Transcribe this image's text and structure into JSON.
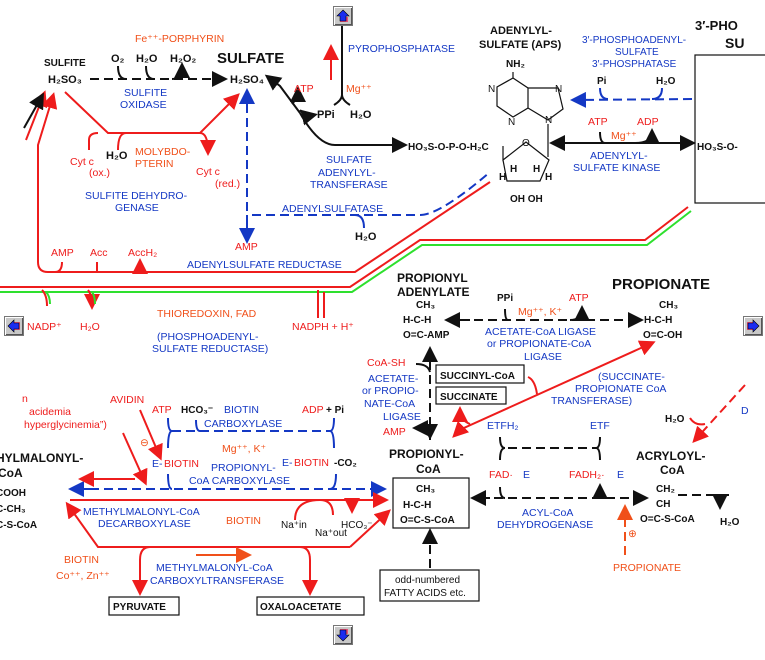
{
  "colors": {
    "compound": "#111111",
    "enzyme": "#1438c4",
    "cofactor_red": "#ee1c1c",
    "cofactor_orange": "#f0501a",
    "reduction_line": "#2ee02e"
  },
  "nav": {
    "up_icon": "arrow-up-icon",
    "down_icon": "arrow-down-icon",
    "left_icon": "arrow-left-icon",
    "right_icon": "arrow-right-icon"
  },
  "sulfur": {
    "fe_porphyrin": "Fe⁺⁺-PORPHYRIN",
    "sulfite": "SULFITE",
    "h2so3": "H₂SO₃",
    "o2": "O₂",
    "h2o_a": "H₂O",
    "h2o2": "H₂O₂",
    "sulfate": "SULFATE",
    "h2so4": "H₂SO₄",
    "sulfite_oxidase_1": "SULFITE",
    "sulfite_oxidase_2": "OXIDASE",
    "atp": "ATP",
    "mg": "Mg⁺⁺",
    "ppi": "PPi",
    "h2o_b": "H₂O",
    "pyrophosphatase": "PYROPHOSPHATASE",
    "h2o_c": "H₂O",
    "molybdopterin_1": "MOLYBDO-",
    "molybdopterin_2": "PTERIN",
    "cytc_ox_1": "Cyt c",
    "cytc_ox_2": "(ox.)",
    "cytc_red_1": "Cyt c",
    "cytc_red_2": "(red.)",
    "sulfite_dh_1": "SULFITE DEHYDRO-",
    "sulfite_dh_2": "GENASE",
    "sat_1": "SULFATE",
    "sat_2": "ADENYLYL-",
    "sat_3": "TRANSFERASE",
    "adenylsulfatase": "ADENYLSULFATASE",
    "h2o_d": "H₂O",
    "amp_a": "AMP",
    "amp_b": "AMP",
    "acc": "Acc",
    "acch2": "AccH₂",
    "aps_reductase": "ADENYLSULFATE REDUCTASE",
    "aps_1": "ADENYLYL-",
    "aps_2": "SULFATE (APS)",
    "paps_phosphatase_1": "3′-PHOSPHOADENYL-",
    "paps_phosphatase_2": "SULFATE",
    "paps_phosphatase_3": "3′-PHOSPHATASE",
    "paps_1": "3′-PHO",
    "paps_2": "SU",
    "nh2": "NH₂",
    "pi": "Pi",
    "h2o_e": "H₂O",
    "aps_chain": "HO₃S-O-P-O-H₂C",
    "n1": "N",
    "n3": "N",
    "n7": "N",
    "n9": "N",
    "o_ring": "O",
    "h1": "H",
    "h2": "H",
    "h3": "H",
    "h4": "H",
    "ohoh": "OH OH",
    "atp_b": "ATP",
    "adp": "ADP",
    "mg_b": "Mg⁺⁺",
    "aps_kinase_1": "ADENYLYL-",
    "aps_kinase_2": "SULFATE KINASE",
    "paps_chain": "HO₃S-O-",
    "nadp": "NADP⁺",
    "h2o_f": "H₂O",
    "thioredoxin": "THIOREDOXIN, FAD",
    "nadph": "NADPH + H⁺",
    "paps_reductase_1": "(PHOSPHOADENYL-",
    "paps_reductase_2": "SULFATE REDUCTASE)"
  },
  "propionate": {
    "propionyl_adenylate_1": "PROPIONYL",
    "propionyl_adenylate_2": "ADENYLATE",
    "pa_ch3": "CH₃",
    "pa_hch": "H-C-H",
    "pa_amp": "O=C-AMP",
    "ppi": "PPi",
    "mgk": "Mg⁺⁺, K⁺",
    "atp": "ATP",
    "propionate": "PROPIONATE",
    "p_ch3": "CH₃",
    "p_hch": "H-C-H",
    "p_oh": "O=C-OH",
    "ligase_1": "ACETATE-CoA LIGASE",
    "ligase_2": "or PROPIONATE-CoA",
    "ligase_3": "LIGASE",
    "coash": "CoA-SH",
    "ligase_v1": "ACETATE-",
    "ligase_v2": "or PROPIO-",
    "ligase_v3": "NATE-CoA",
    "ligase_v4": "LIGASE",
    "amp": "AMP",
    "succinyl_coa": "SUCCINYL-CoA",
    "succinate": "SUCCINATE",
    "transferase_1": "(SUCCINATE-",
    "transferase_2": "PROPIONATE CoA",
    "transferase_3": "TRANSFERASE)",
    "etfh2": "ETFH₂",
    "etf": "ETF",
    "h2o_a": "H₂O",
    "propionyl_coa_1": "PROPIONYL-",
    "propionyl_coa_2": "CoA",
    "acryloyl_coa_1": "ACRYLOYL-",
    "acryloyl_coa_2": "CoA",
    "fad": "FAD·",
    "fad_e": "E",
    "fadh2": "FADH₂·",
    "fadh2_e": "E",
    "pc_ch3": "CH₃",
    "pc_hch": "H-C-H",
    "pc_scoa": "O=C-S-CoA",
    "acyl_dh_1": "ACYL-CoA",
    "acyl_dh_2": "DEHYDROGENASE",
    "ac_ch2": "CH₂",
    "ac_ch": "CH",
    "ac_scoa": "O=C-S-CoA",
    "h2o_b": "H₂O",
    "d_partial": "D",
    "plus": "⊕",
    "propionate_ext": "PROPIONATE",
    "fatty_1": "odd-numbered",
    "fatty_2": "FATTY ACIDS etc."
  },
  "methylmalonyl": {
    "partial_n": "n",
    "acidemia": "acidemia",
    "hyperglycinemia": "hyperglycinemia”)",
    "avidin": "AVIDIN",
    "minus": "⊖",
    "atp": "ATP",
    "hco3": "HCO₃⁻",
    "biotin_carb_1": "BIOTIN",
    "biotin_carb_2": "CARBOXYLASE",
    "adp": "ADP",
    "pi": "+ Pi",
    "mgk": "Mg⁺⁺, K⁺",
    "ebiotin_e": "E-",
    "ebiotin": "BIOTIN",
    "ebiotin2_e": "E-",
    "ebiotin2": "BIOTIN",
    "co2": "-CO₂",
    "pcc_1": "PROPIONYL-",
    "pcc_2": "CoA CARBOXYLASE",
    "mmcoa_1": "HYLMALONYL-",
    "mmcoa_2": "CoA",
    "cooh": "COOH",
    "cch3": "C-CH₃",
    "cscoa": "C-S-CoA",
    "decarb_1": "METHYLMALONYL-CoA",
    "decarb_2": "DECARBOXYLASE",
    "biotin": "BIOTIN",
    "na_in": "Na⁺in",
    "na_out": "Na⁺out",
    "hco3_b": "HCO₃⁻",
    "biotin_b": "BIOTIN",
    "cozn": "Co⁺⁺, Zn⁺⁺",
    "transcarb_1": "METHYLMALONYL-CoA",
    "transcarb_2": "CARBOXYLTRANSFERASE",
    "pyruvate": "PYRUVATE",
    "oxaloacetate": "OXALOACETATE"
  }
}
